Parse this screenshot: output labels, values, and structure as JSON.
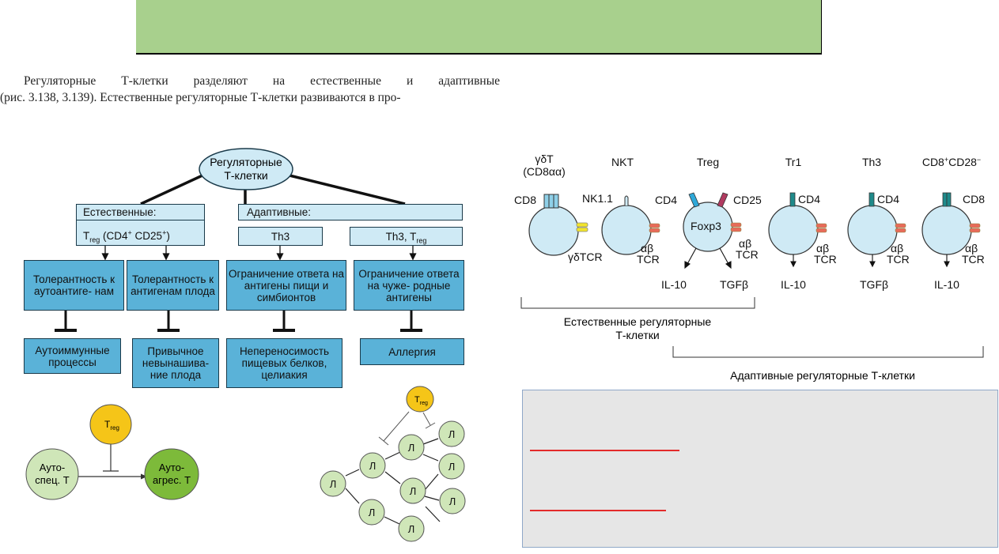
{
  "intro": {
    "line1": "Регуляторные Т-клетки разделяют на естественные и адаптивные",
    "line2": "(рис. 3.138, 3.139). Естественные регуляторные Т-клетки развиваются в про-"
  },
  "left_diagram": {
    "root": "Регуляторные Т-клетки",
    "natural_label": "Естественные:",
    "natural_treg": "T",
    "natural_treg_sub": "reg",
    "natural_markers": " (CD4",
    "natural_markers2": " CD25",
    "adaptive_label": "Адаптивные:",
    "adaptive_th3": "Th3",
    "adaptive_th3_treg": "Th3, T",
    "adaptive_th3_treg_sub": "reg",
    "functions": [
      "Толерантность к аутоантиге- нам",
      "Толерантность к антигенам плода",
      "Ограничение ответа на антигены пищи и симбионтов",
      "Ограничение ответа на чуже- родные антигены"
    ],
    "outcomes": [
      "Аутоиммунные процессы",
      "Привычное невынашива- ние плода",
      "Непереносимость пищевых белков, целиакия",
      "Аллергия"
    ]
  },
  "bottom_left": {
    "treg": "T",
    "treg_sub": "reg",
    "auto_spec_1": "Ауто-",
    "auto_spec_2": "спец. Т",
    "auto_agr_1": "Ауто-",
    "auto_agr_2": "агрес. Т"
  },
  "network": {
    "treg": "T",
    "treg_sub": "reg",
    "l": "Л"
  },
  "right_diagram": {
    "headers": [
      "γδT",
      "(CD8αα)",
      "NKT",
      "Treg",
      "Tr1",
      "Th3",
      "CD8",
      "+",
      "CD28",
      "−"
    ],
    "cd8": "CD8",
    "gd_tcr": "γδTCR",
    "nk11": "NK1.1",
    "ab": "αβ",
    "tcr": "TCR",
    "cd4": "CD4",
    "cd25": "CD25",
    "foxp3": "Foxp3",
    "il10": "IL-10",
    "tgfb": "TGFβ",
    "natural_caption_1": "Естественные регуляторные",
    "natural_caption_2": "Т-клетки",
    "adaptive_caption": "Адаптивные регуляторные Т-клетки"
  },
  "colors": {
    "banner": "#a8d08d",
    "box": "#5ab2d8",
    "light_box": "#cfeaf5",
    "cell": "#cfeaf5",
    "treg_node": "#f5c518",
    "auto_spec": "#cfe6b8",
    "auto_agr": "#7dba3a",
    "red_line": "#e32b2b",
    "gray_panel": "#e6e6e6"
  }
}
